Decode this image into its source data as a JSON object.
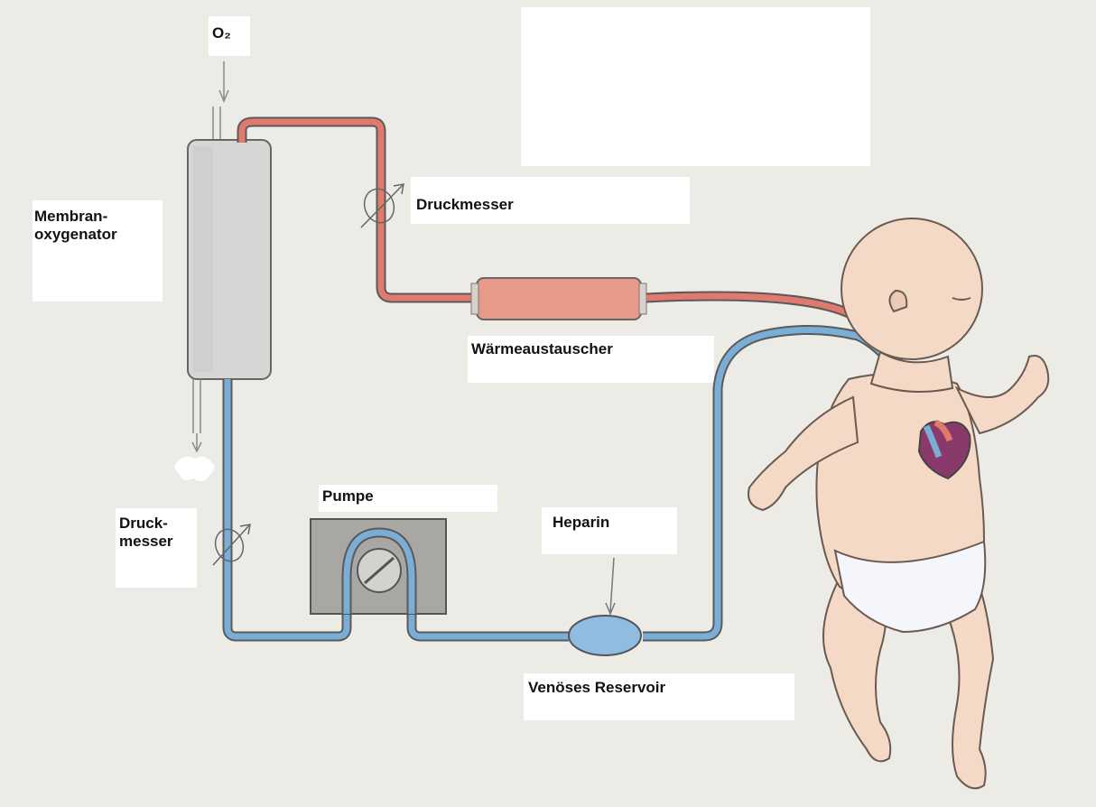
{
  "labels": {
    "o2": "O₂",
    "membran_oxygenator": [
      "Membran-",
      "oxygenator"
    ],
    "druckmesser_top": "Druckmesser",
    "waermeaustauscher": "Wärmeaustauscher",
    "druckmesser_left": [
      "Druck-",
      "messer"
    ],
    "pumpe": "Pumpe",
    "heparin": "Heparin",
    "venoeses_reservoir": "Venöses Reservoir"
  },
  "colors": {
    "background": "#ecebe6",
    "arterial_line": "#e07a6e",
    "venous_line": "#7aaed6",
    "outline": "#555555",
    "skin": "#f3d9c6",
    "heart": "#8a3a6a"
  }
}
